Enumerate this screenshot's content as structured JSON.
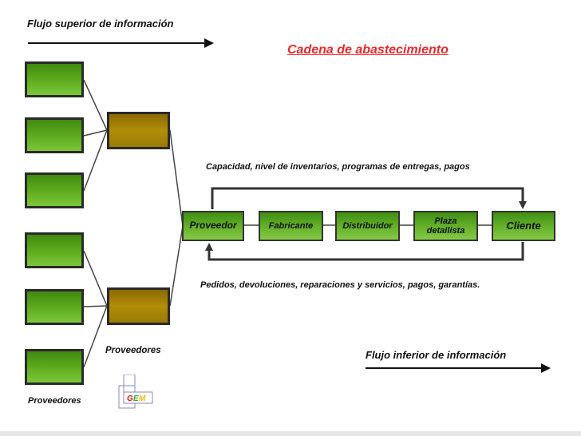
{
  "flow_top_label": "Flujo superior de información",
  "flow_bottom_label": "Flujo inferior de información",
  "title": "Cadena de abastecimiento",
  "top_caption": "Capacidad, nivel de inventarios, programas de entregas, pagos",
  "bottom_caption": "Pedidos, devoluciones, reparaciones y servicios, pagos, garantías.",
  "suppliers_mid_label": "Proveedores",
  "suppliers_left_label": "Proveedores",
  "chain": [
    "Proveedor",
    "Fabricante",
    "Distribuidor",
    "Plaza detallista",
    "Cliente"
  ],
  "logo_text": "GEM",
  "colors": {
    "title": "#e8282b",
    "box_green": "#5aa81a",
    "box_gold": "#b28d0a"
  }
}
